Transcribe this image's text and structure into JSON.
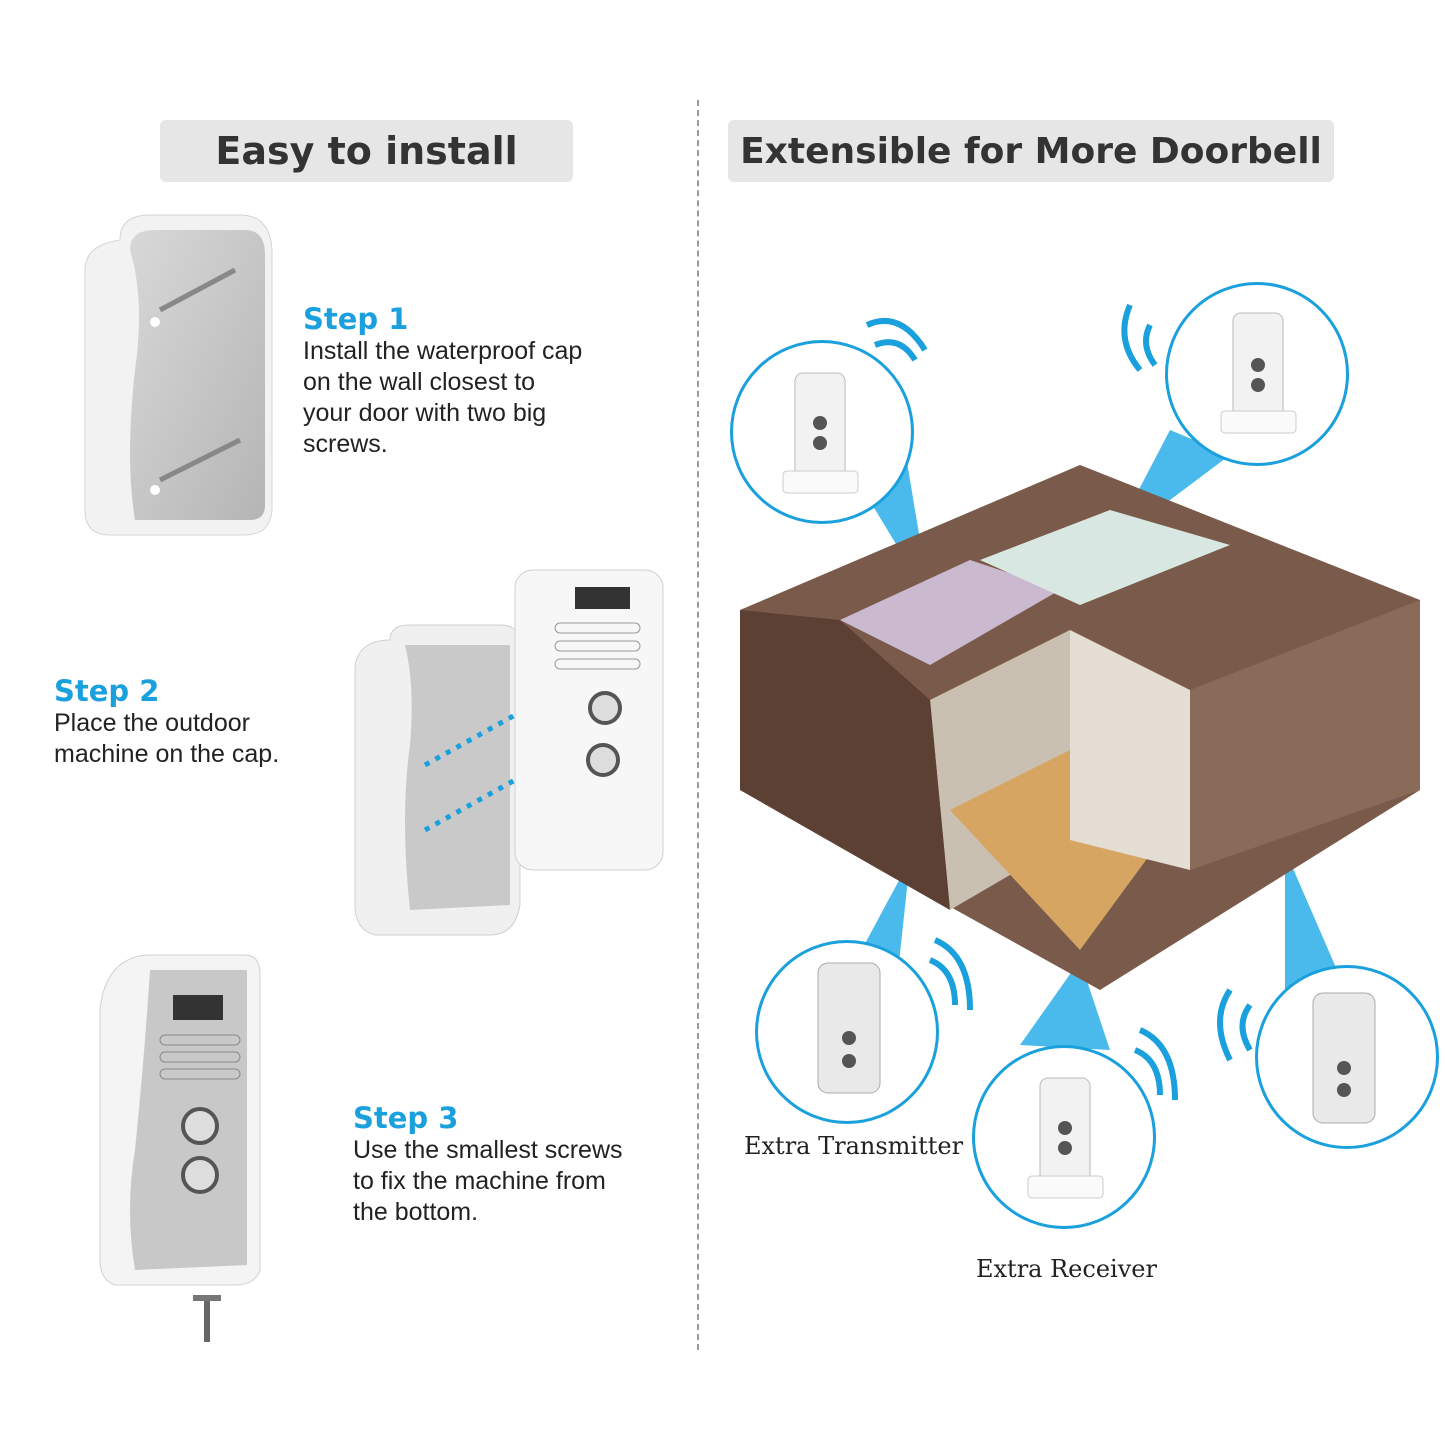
{
  "left_section": {
    "heading": "Easy to install",
    "steps": [
      {
        "title": "Step 1",
        "lines": [
          "Install the waterproof cap",
          "on the wall closest to",
          "your door with two big",
          "screws."
        ]
      },
      {
        "title": "Step 2",
        "lines": [
          "Place the outdoor",
          "machine on the cap."
        ]
      },
      {
        "title": "Step 3",
        "lines": [
          "Use the smallest screws",
          "to fix the machine from",
          "the bottom."
        ]
      }
    ]
  },
  "right_section": {
    "heading": "Extensible for More Doorbell",
    "captions": {
      "transmitter": "Extra Transmitter",
      "receiver": "Extra Receiver"
    }
  },
  "colors": {
    "accent": "#1aa0dd",
    "header_bg": "#e6e6e6",
    "house_roof": "#6b4a3c"
  }
}
